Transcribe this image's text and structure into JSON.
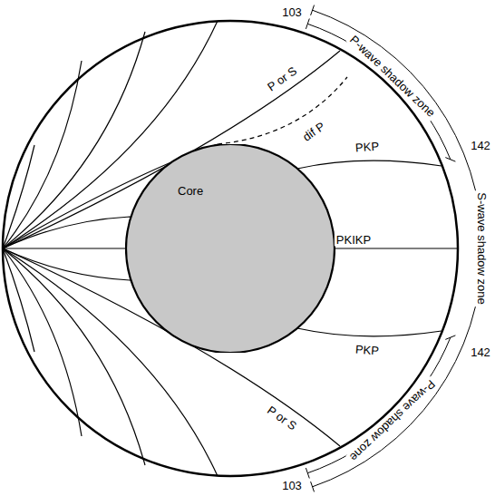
{
  "diagram": {
    "nodes": [
      {
        "text": [
          "Core"
        ]
      }
    ],
    "labels": [
      "103",
      "P-wave shadow zone",
      "142",
      "P or S",
      "dif P",
      "PKP",
      "PKIKP",
      "S-wave shadow zone",
      "PKP",
      "142",
      "P or S",
      "P-wave shadow zone",
      "103"
    ]
  }
}
